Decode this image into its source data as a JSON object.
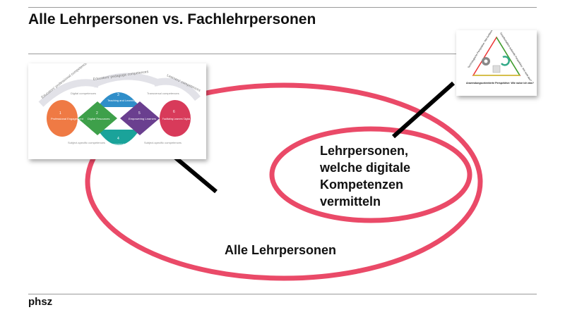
{
  "slide": {
    "title": "Alle Lehrpersonen vs. Fachlehrpersonen",
    "footer": "phsz",
    "inner_ellipse_lines": [
      "Lehrpersonen,",
      "welche digitale",
      "Kompetenzen",
      "vermitteln"
    ],
    "outer_ellipse_label": "Alle Lehrpersonen"
  },
  "colors": {
    "ellipse": "#ea4a68",
    "connector": "#000000",
    "rule": "#9a9a9a"
  },
  "framework_image": {
    "arcs": [
      "Educators' professional competences",
      "Educators' pedagogic competences",
      "Learners' competences"
    ],
    "areas": [
      {
        "num": "1",
        "label": "Professional Engagement",
        "color": "#ef7a44"
      },
      {
        "num": "2",
        "label": "Digital Resources",
        "color": "#3ea04a"
      },
      {
        "num": "3",
        "label": "Teaching and Learning",
        "color": "#2f8ec9"
      },
      {
        "num": "4",
        "label": "Assessment",
        "color": "#1aa39a"
      },
      {
        "num": "5",
        "label": "Empowering Learners",
        "color": "#6a3f8f"
      },
      {
        "num": "6",
        "label": "Facilitating Learners' Digital Competence",
        "color": "#d83a5a"
      }
    ],
    "notes": [
      "Digital competences",
      "Subject-specific competences",
      "Transversal competences",
      "Subject-specific competences"
    ]
  },
  "perspective_image": {
    "side_left": "Technologische Perspektive: Wie funktioniert das?",
    "side_right": "Gesellschaftlich-kulturelle Perspektive: Wie wirkt das?",
    "bottom": "Anwendungsorientierte Perspektive: Wie nutze ich das?"
  }
}
